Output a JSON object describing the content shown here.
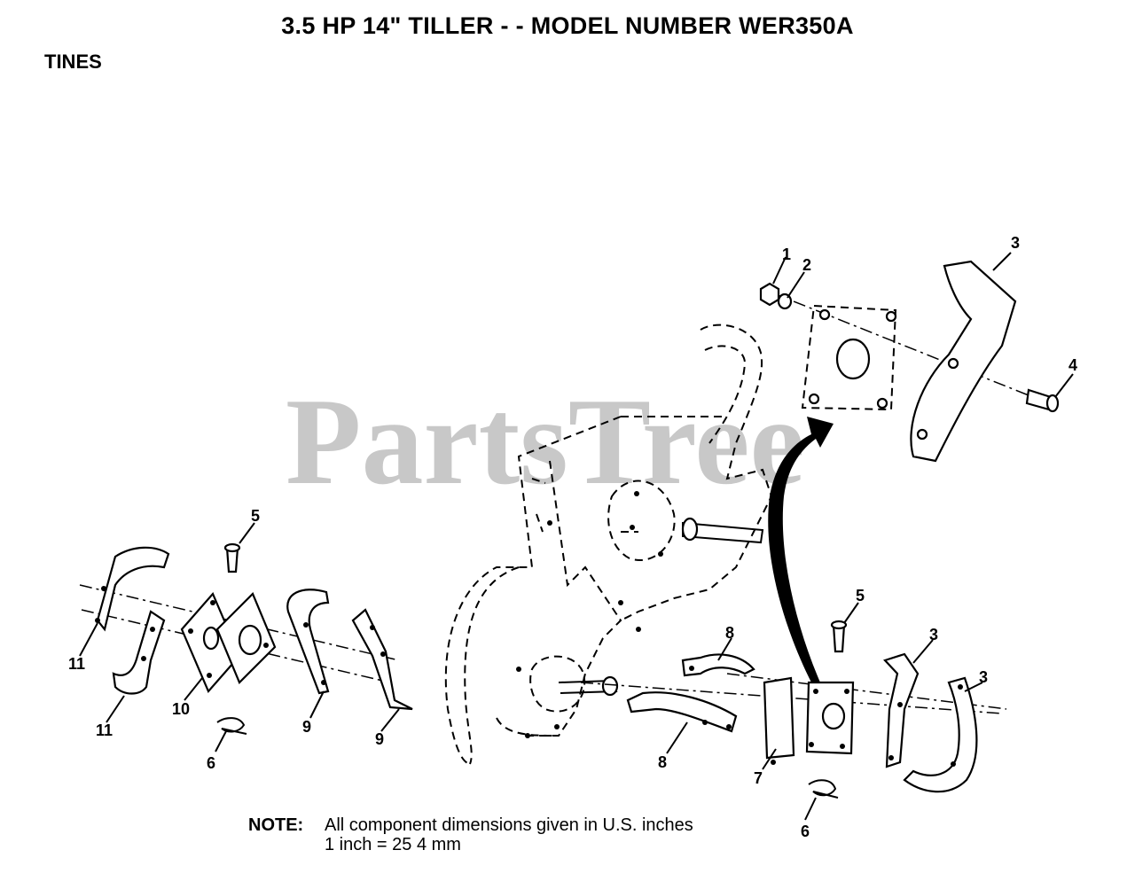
{
  "title": "3.5 HP 14\" TILLER - - MODEL NUMBER WER350A",
  "section": "TINES",
  "watermark": "PartsTree",
  "note": {
    "label": "NOTE:",
    "line1": "All component dimensions given in U.S. inches",
    "line2": "1 inch = 25 4 mm"
  },
  "callouts": {
    "c1": "1",
    "c2": "2",
    "c3a": "3",
    "c4": "4",
    "c5a": "5",
    "c11a": "11",
    "c11b": "11",
    "c10": "10",
    "c6a": "6",
    "c9a": "9",
    "c9b": "9",
    "c8a": "8",
    "c8b": "8",
    "c7": "7",
    "c5b": "5",
    "c3b": "3",
    "c3c": "3",
    "c6b": "6"
  }
}
